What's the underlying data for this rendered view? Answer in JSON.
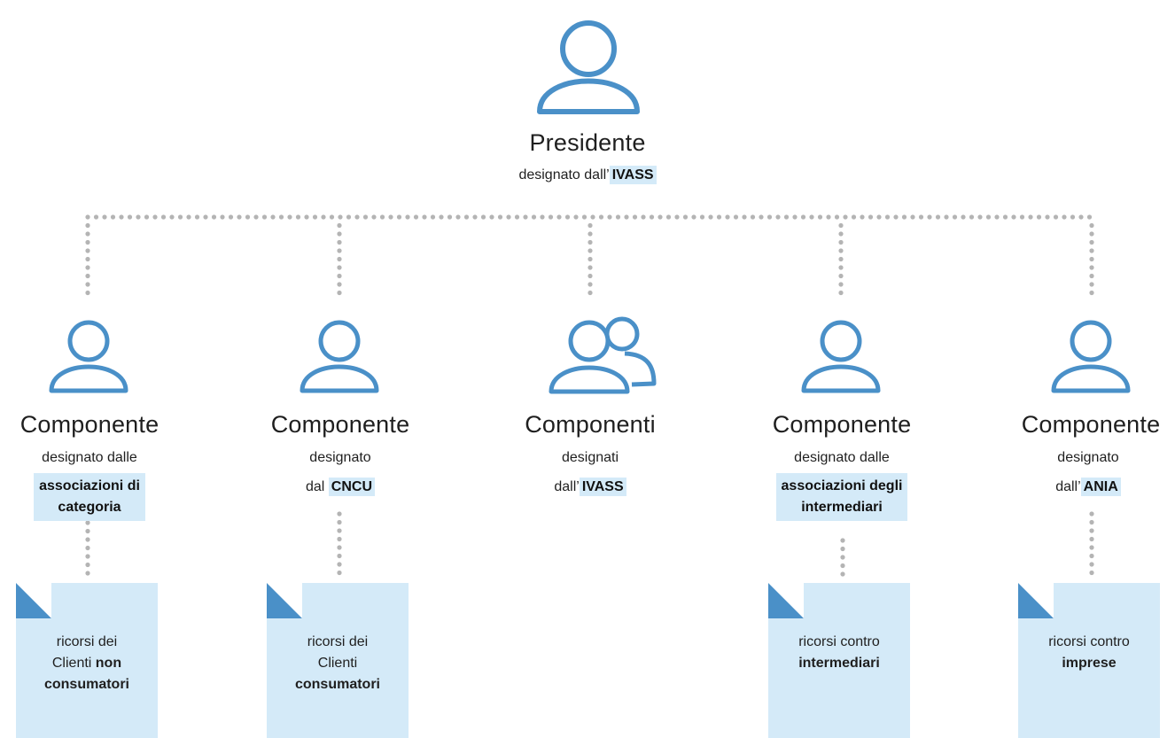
{
  "colors": {
    "accent": "#4a90c8",
    "highlight": "#d4eaf8",
    "dots": "#b4b4b4"
  },
  "president": {
    "icon": "person-icon",
    "title": "Presidente",
    "subtitle_prefix": "designato dall’",
    "subtitle_bold": "IVASS"
  },
  "members": [
    {
      "icon": "person-icon",
      "title": "Componente",
      "line1": "designato dalle",
      "bold_block": [
        "associazioni di",
        "categoria"
      ],
      "doc": {
        "text": "ricorsi dei",
        "text2_plain": "Clienti ",
        "text2_bold": "non",
        "text3_bold": "consumatori"
      }
    },
    {
      "icon": "person-icon",
      "title": "Componente",
      "line1": "designato",
      "line2_prefix": "dal ",
      "line2_bold": "CNCU",
      "doc": {
        "text": "ricorsi dei",
        "text2_plain": "Clienti",
        "text3_bold": "consumatori"
      }
    },
    {
      "icon": "group-icon",
      "title": "Componenti",
      "line1": "designati",
      "line2_prefix": "dall’",
      "line2_bold": "IVASS"
    },
    {
      "icon": "person-icon",
      "title": "Componente",
      "line1": "designato dalle",
      "bold_block": [
        "associazioni degli",
        "intermediari"
      ],
      "doc": {
        "text": "ricorsi contro",
        "text2_bold": "intermediari"
      }
    },
    {
      "icon": "person-icon",
      "title": "Componente",
      "line1": "designato",
      "line2_prefix": "dall’",
      "line2_bold": "ANIA",
      "doc": {
        "text": "ricorsi contro",
        "text2_bold": "imprese"
      }
    }
  ]
}
